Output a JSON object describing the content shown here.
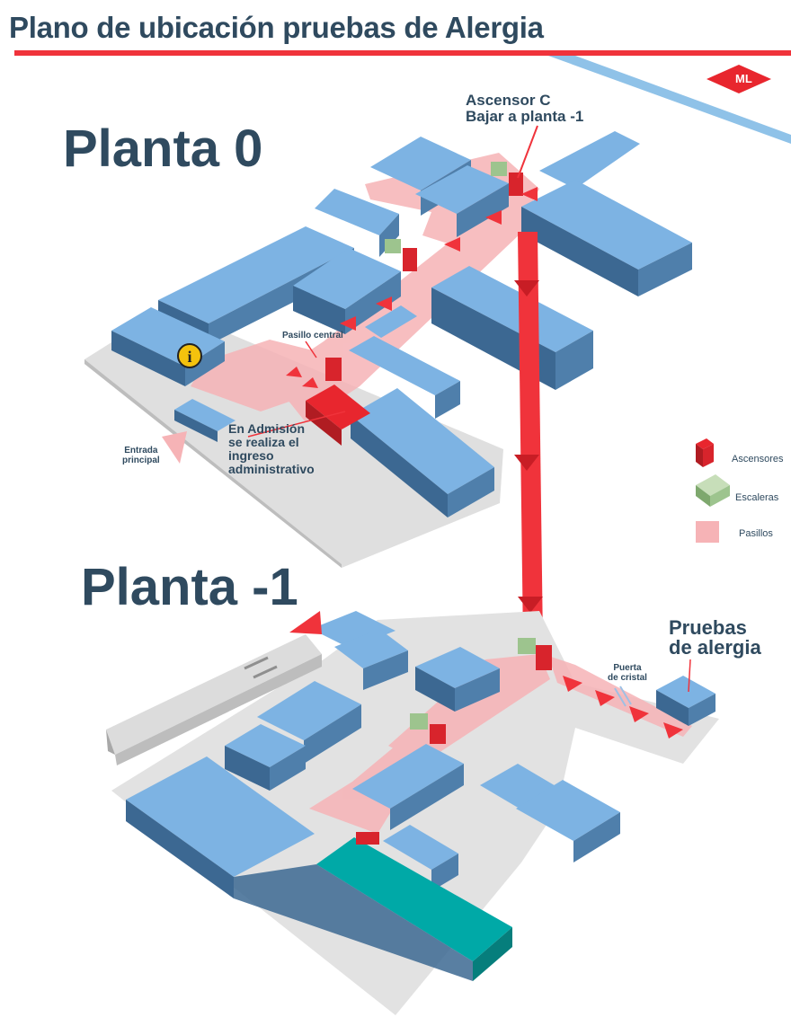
{
  "header": {
    "title": "Plano de ubicación pruebas de Alergia"
  },
  "brand": {
    "logo_text": "ML"
  },
  "floors": {
    "top": {
      "title": "Planta 0"
    },
    "bottom": {
      "title": "Planta -1"
    }
  },
  "annotations": {
    "elevator_c_line1": "Ascensor C",
    "elevator_c_line2": "Bajar a planta -1",
    "central_corridor": "Pasillo central",
    "admission_line1": "En Admisión",
    "admission_line2": "se realiza el",
    "admission_line3": "ingreso",
    "admission_line4": "administrativo",
    "main_entrance_line1": "Entrada",
    "main_entrance_line2": "principal",
    "glass_door_line1": "Puerta",
    "glass_door_line2": "de cristal",
    "allergy_tests_line1": "Pruebas",
    "allergy_tests_line2": "de alergia"
  },
  "legend": [
    {
      "label": "Ascensores",
      "icon": "elevator-icon"
    },
    {
      "label": "Escaleras",
      "icon": "stairs-icon"
    },
    {
      "label": "Pasillos",
      "icon": "corridor-icon"
    }
  ],
  "colors": {
    "title_text": "#2f4a5f",
    "accent_red": "#f0333b",
    "building_top": "#7db3e3",
    "building_side": "#4f7fab",
    "building_dark": "#3c6892",
    "floor": "#e0e0e0",
    "corridor": "#f6b3b6",
    "elevator": "#d8242c",
    "stairs": "#9dc48e",
    "teal_building": "#00a9a7",
    "info": "#f4c20d"
  }
}
